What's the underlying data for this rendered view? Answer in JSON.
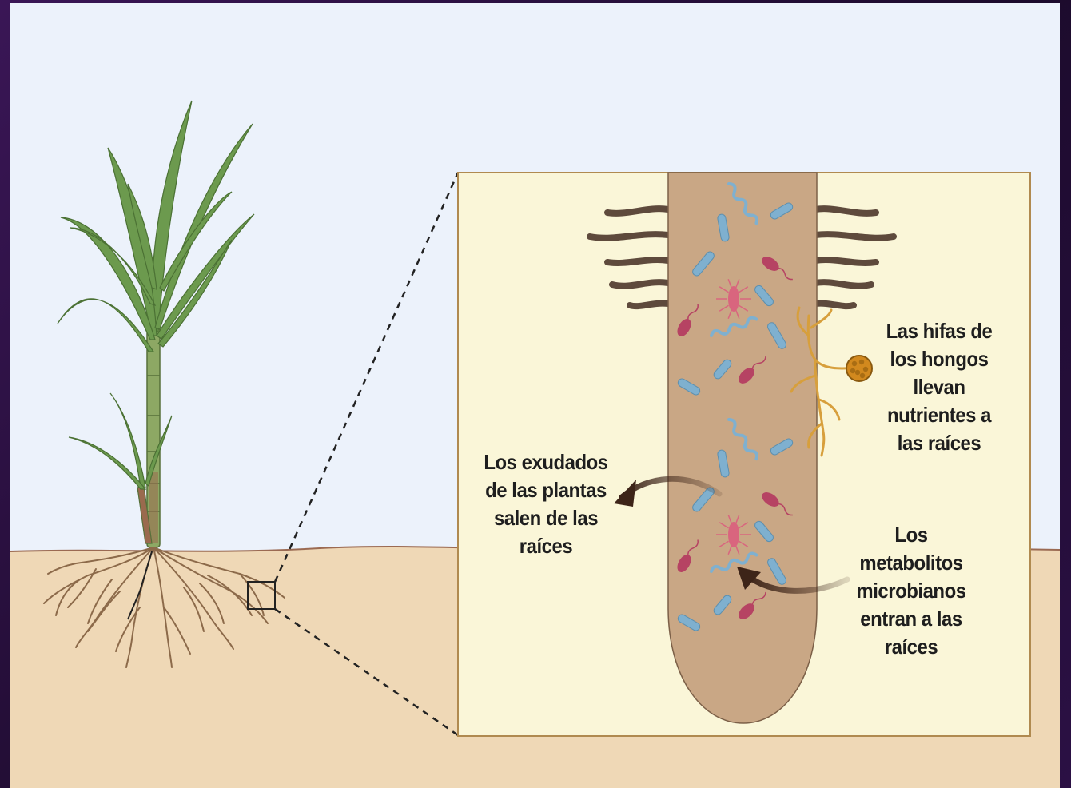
{
  "labels": {
    "hyphae": [
      "Las hifas de",
      "los hongos",
      "llevan",
      "nutrientes a",
      "las raíces"
    ],
    "exudates": [
      "Los exudados",
      "de las plantas",
      "salen de las",
      "raíces"
    ],
    "metabolites": [
      "Los",
      "metabolitos",
      "microbianos",
      "entran a las",
      "raíces"
    ]
  },
  "colors": {
    "sky": "#ecf2fb",
    "soil": "#efd8b6",
    "inset_bg": "#faf6d8",
    "root": "#c9a785",
    "root_hair": "#5e4a3c",
    "leaf": "#6c9a4e",
    "stem": "#8da864",
    "hypha": "#d79f3c",
    "spore": "#d2891e",
    "bacteria_blue": "#7fb0cf",
    "bacteria_red": "#b64363",
    "arrow": "#3d2418"
  }
}
